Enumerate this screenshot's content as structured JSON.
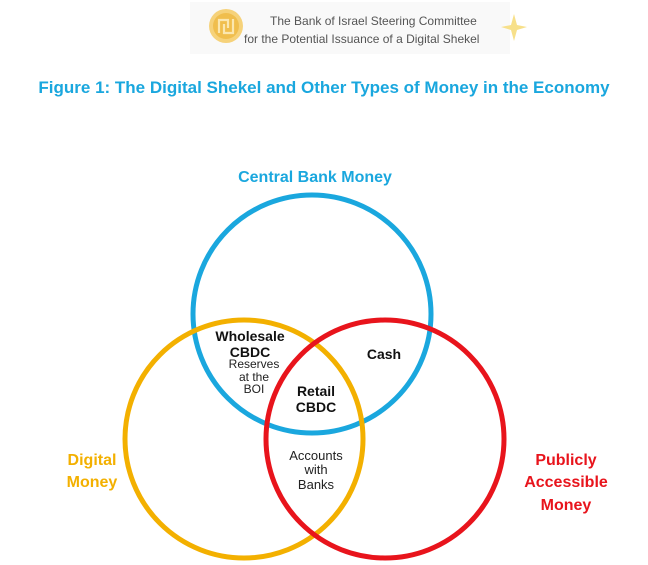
{
  "header": {
    "logo_icon": "shekel-coin-icon",
    "line1": "The Bank of Israel Steering Committee",
    "line2": "for the Potential Issuance of a Digital Shekel",
    "sparkle_icon": "sparkle-icon"
  },
  "figure": {
    "title": "Figure 1: The Digital Shekel and Other Types of Money in the Economy"
  },
  "sets": {
    "central": {
      "line1": "Central Bank Money",
      "color": "#1aa7de"
    },
    "digital": {
      "line1": "Digital",
      "line2": "Money",
      "color": "#f3b000"
    },
    "public": {
      "line1": "Publicly",
      "line2": "Accessible",
      "line3": "Money",
      "color": "#e8141c"
    }
  },
  "regions": {
    "wholesale": {
      "line1": "Wholesale",
      "line2": "CBDC"
    },
    "reserves": {
      "line1": "Reserves",
      "line2": "at the",
      "line3": "BOI"
    },
    "cash": {
      "line1": "Cash"
    },
    "retail": {
      "line1": "Retail",
      "line2": "CBDC"
    },
    "accounts": {
      "line1": "Accounts",
      "line2": "with",
      "line3": "Banks"
    }
  }
}
